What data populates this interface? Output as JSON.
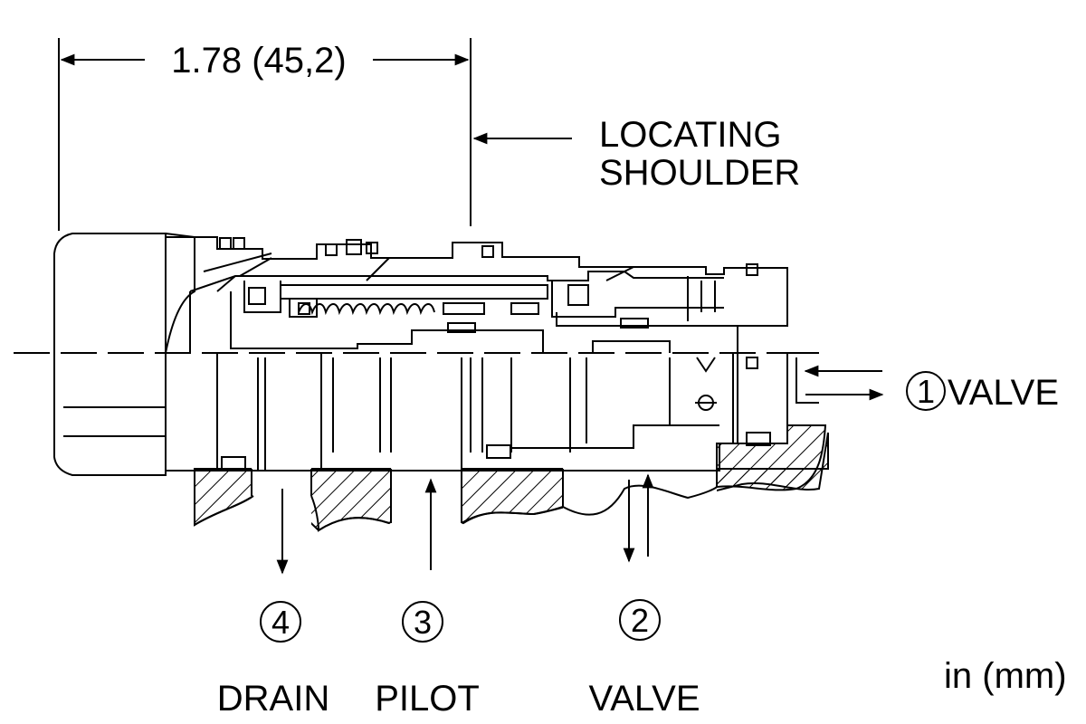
{
  "dimension": {
    "text": "1.78 (45,2)"
  },
  "callout": {
    "line1": "LOCATING",
    "line2": "SHOULDER"
  },
  "ports": [
    {
      "number": "1",
      "label": "VALVE"
    },
    {
      "number": "2",
      "label": "VALVE"
    },
    {
      "number": "3",
      "label": "PILOT"
    },
    {
      "number": "4",
      "label": "DRAIN"
    }
  ],
  "units": "in (mm)",
  "colors": {
    "line": "#000000",
    "background": "#ffffff"
  }
}
